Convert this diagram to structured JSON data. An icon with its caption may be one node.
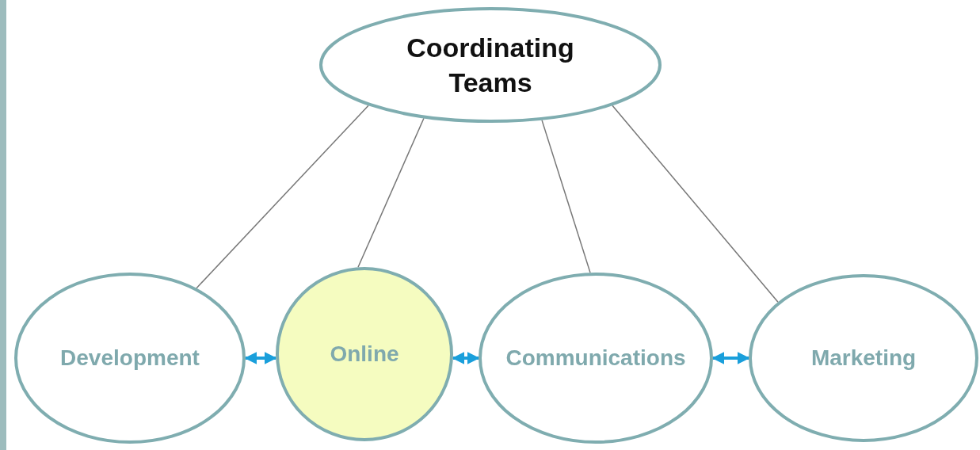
{
  "diagram": {
    "nodes": [
      {
        "text": [
          "Coordinating Teams"
        ]
      },
      {
        "text": [
          "Development"
        ]
      },
      {
        "text": [
          "Online"
        ]
      },
      {
        "text": [
          "Communications"
        ]
      },
      {
        "text": [
          "Marketing"
        ]
      }
    ],
    "edges": [
      {
        "from": 0,
        "to": 1,
        "arrow": "none"
      },
      {
        "from": 0,
        "to": 2,
        "arrow": "none"
      },
      {
        "from": 0,
        "to": 3,
        "arrow": "none"
      },
      {
        "from": 0,
        "to": 4,
        "arrow": "none"
      },
      {
        "from": 1,
        "to": 2,
        "arrow": "both",
        "style": "thick",
        "color": "#1a9fdb"
      },
      {
        "from": 2,
        "to": 3,
        "arrow": "both",
        "style": "thick",
        "color": "#1a9fdb"
      },
      {
        "from": 3,
        "to": 4,
        "arrow": "both",
        "style": "thick",
        "color": "#1a9fdb"
      }
    ]
  }
}
